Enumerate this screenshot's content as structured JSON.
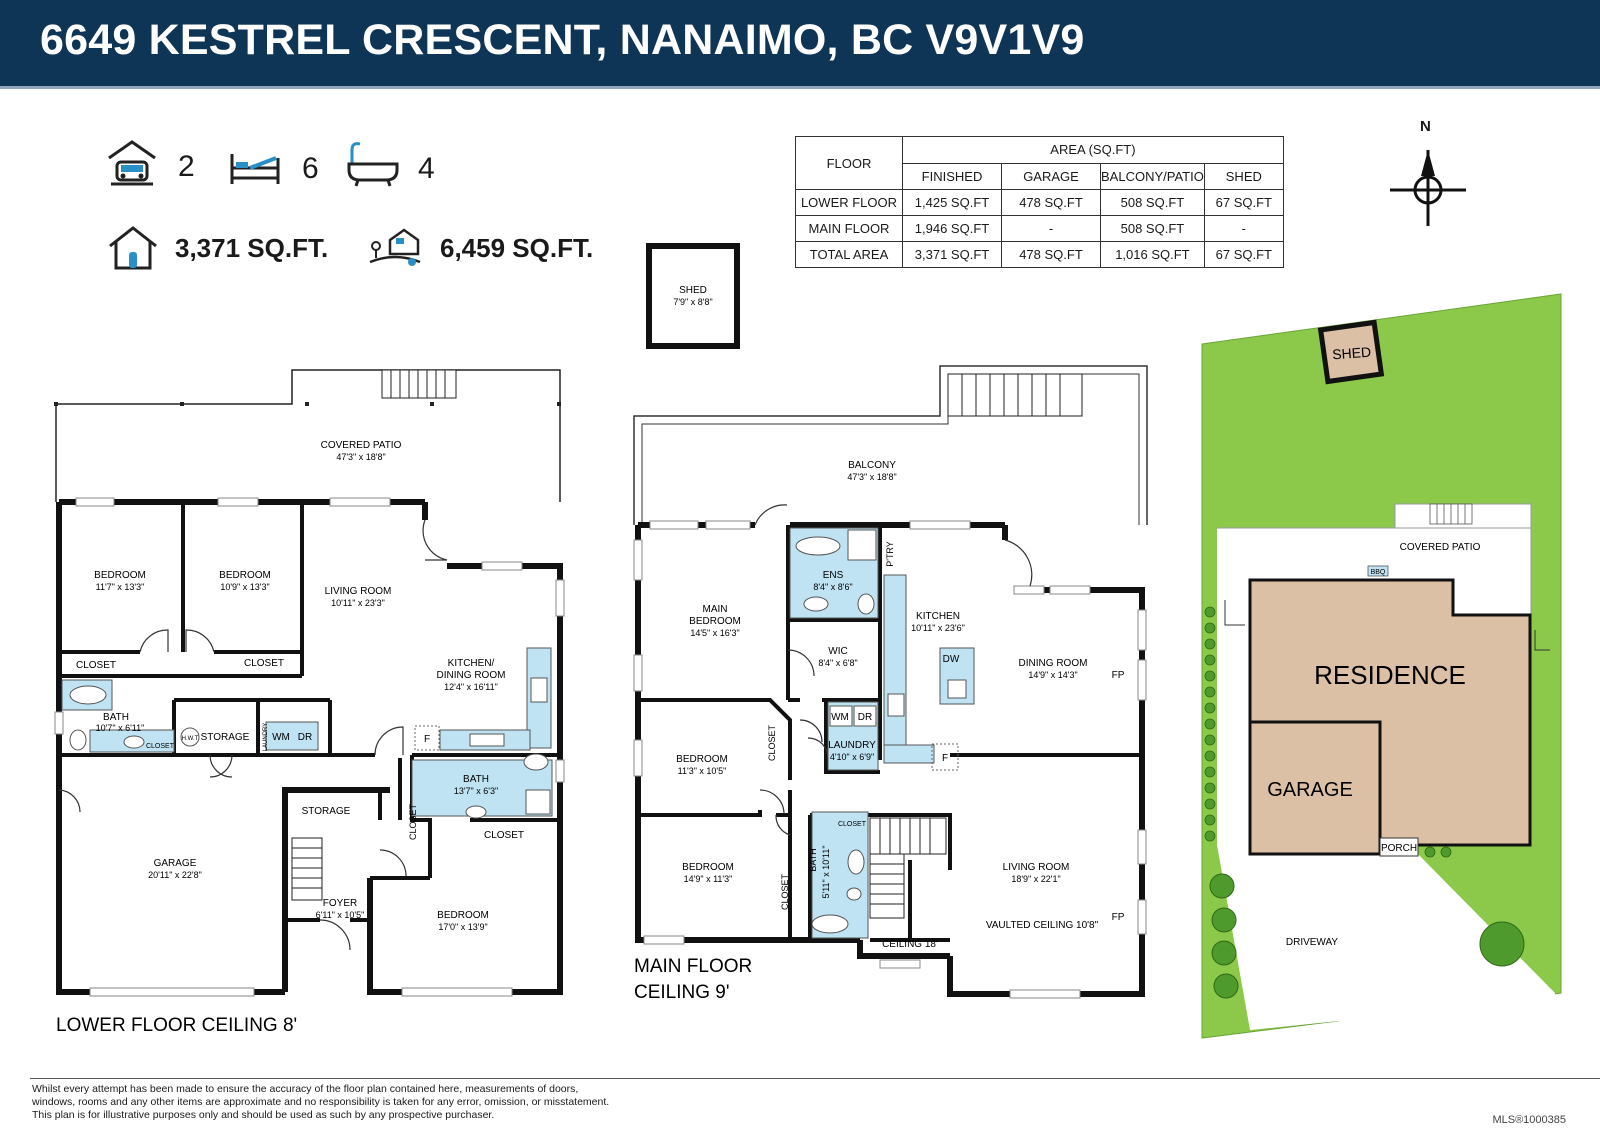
{
  "header": {
    "title": "6649 KESTREL CRESCENT, NANAIMO, BC V9V1V9"
  },
  "stats": {
    "garage_count": "2",
    "bedroom_count": "6",
    "bathroom_count": "4",
    "home_area": "3,371 SQ.FT.",
    "lot_area": "6,459 SQ.FT."
  },
  "icons": [
    "garage-icon",
    "bed-icon",
    "bathtub-icon",
    "house-icon",
    "lot-icon",
    "compass-icon"
  ],
  "area_table": {
    "col_floor": "FLOOR",
    "col_area": "AREA (SQ.FT)",
    "sub_headers": [
      "FINISHED",
      "GARAGE",
      "BALCONY/PATIO",
      "SHED"
    ],
    "rows": [
      {
        "floor": "LOWER FLOOR",
        "cells": [
          "1,425 SQ.FT",
          "478 SQ.FT",
          "508 SQ.FT",
          "67 SQ.FT"
        ]
      },
      {
        "floor": "MAIN FLOOR",
        "cells": [
          "1,946 SQ.FT",
          "-",
          "508 SQ.FT",
          "-"
        ]
      },
      {
        "floor": "TOTAL AREA",
        "cells": [
          "3,371 SQ.FT",
          "478 SQ.FT",
          "1,016 SQ.FT",
          "67 SQ.FT"
        ]
      }
    ]
  },
  "compass": {
    "label": "N"
  },
  "shed": {
    "name": "SHED",
    "dims": "7'9\" x 8'8\""
  },
  "lower_floor": {
    "caption": "LOWER FLOOR  CEILING 8'",
    "patio": {
      "name": "COVERED PATIO",
      "dims": "47'3\" x 18'8\""
    },
    "bedroom1": {
      "name": "BEDROOM",
      "dims": "11'7\" x 13'3\""
    },
    "bedroom2": {
      "name": "BEDROOM",
      "dims": "10'9\" x 13'3\""
    },
    "living": {
      "name": "LIVING ROOM",
      "dims": "10'11\" x 23'3\""
    },
    "kitchen": {
      "name": "KITCHEN/",
      "name2": "DINING ROOM",
      "dims": "12'4\" x 16'11\""
    },
    "closet": "CLOSET",
    "bath1": {
      "name": "BATH",
      "dims": "10'7\" x 6'11\""
    },
    "hw": "H.W.T",
    "storage": "STORAGE",
    "laundry": "LAUNDRY",
    "wm": "WM",
    "dr": "DR",
    "fridge": "F",
    "bath2": {
      "name": "BATH",
      "dims": "13'7\" x 6'3\""
    },
    "garage": {
      "name": "GARAGE",
      "dims": "20'11\" x 22'8\""
    },
    "storage2": "STORAGE",
    "foyer": {
      "name": "FOYER",
      "dims": "6'11\" x 10'5\""
    },
    "bedroom3": {
      "name": "BEDROOM",
      "dims": "17'0\" x 13'9\""
    }
  },
  "main_floor": {
    "caption1": "MAIN FLOOR",
    "caption2": "CEILING 9'",
    "balcony": {
      "name": "BALCONY",
      "dims": "47'3\" x 18'8\""
    },
    "main_bedroom": {
      "name": "MAIN",
      "name2": "BEDROOM",
      "dims": "14'5\" x 16'3\""
    },
    "ens": {
      "name": "ENS",
      "dims": "8'4\" x 8'6\""
    },
    "pantry": "P'TRY",
    "kitchen": {
      "name": "KITCHEN",
      "dims": "10'11\" x 23'6\""
    },
    "dw": "DW",
    "dining": {
      "name": "DINING ROOM",
      "dims": "14'9\" x 14'3\""
    },
    "fp": "FP",
    "wic": {
      "name": "WIC",
      "dims": "8'4\" x 6'8\""
    },
    "wm": "WM",
    "dr": "DR",
    "laundry": {
      "name": "LAUNDRY",
      "dims": "4'10\" x 6'9\""
    },
    "fridge": "F",
    "bedroom1": {
      "name": "BEDROOM",
      "dims": "11'3\" x 10'5\""
    },
    "closet": "CLOSET",
    "bedroom2": {
      "name": "BEDROOM",
      "dims": "14'9\" x 11'3\""
    },
    "bath": {
      "name": "BATH",
      "dims": "5'11\" x 10'11\""
    },
    "living": {
      "name": "LIVING ROOM",
      "dims": "18'9\" x 22'1\""
    },
    "vaulted": "VAULTED CEILING 10'8\"",
    "ceiling18": "CEILING 18'"
  },
  "site": {
    "shed": "SHED",
    "patio": "COVERED PATIO",
    "bbq": "BBQ",
    "residence": "RESIDENCE",
    "garage": "GARAGE",
    "porch": "PORCH",
    "driveway": "DRIVEWAY"
  },
  "footer": {
    "disclaimer1": "Whilst every attempt has been made to ensure the accuracy of the floor plan contained here, measurements of doors,",
    "disclaimer2": "windows, rooms and any other items are approximate and no responsibility is taken for any error, omission, or misstatement.",
    "disclaimer3": "This plan is for illustrative purposes only and should be used as such by any prospective purchaser.",
    "mls": "MLS®1000385"
  },
  "colors": {
    "header_bg": "#0f3556",
    "fixture_blue": "#bfe3f3",
    "lawn_green": "#8cc94a",
    "building_tan": "#dcc0a5",
    "icon_blue": "#2a8fc7"
  }
}
